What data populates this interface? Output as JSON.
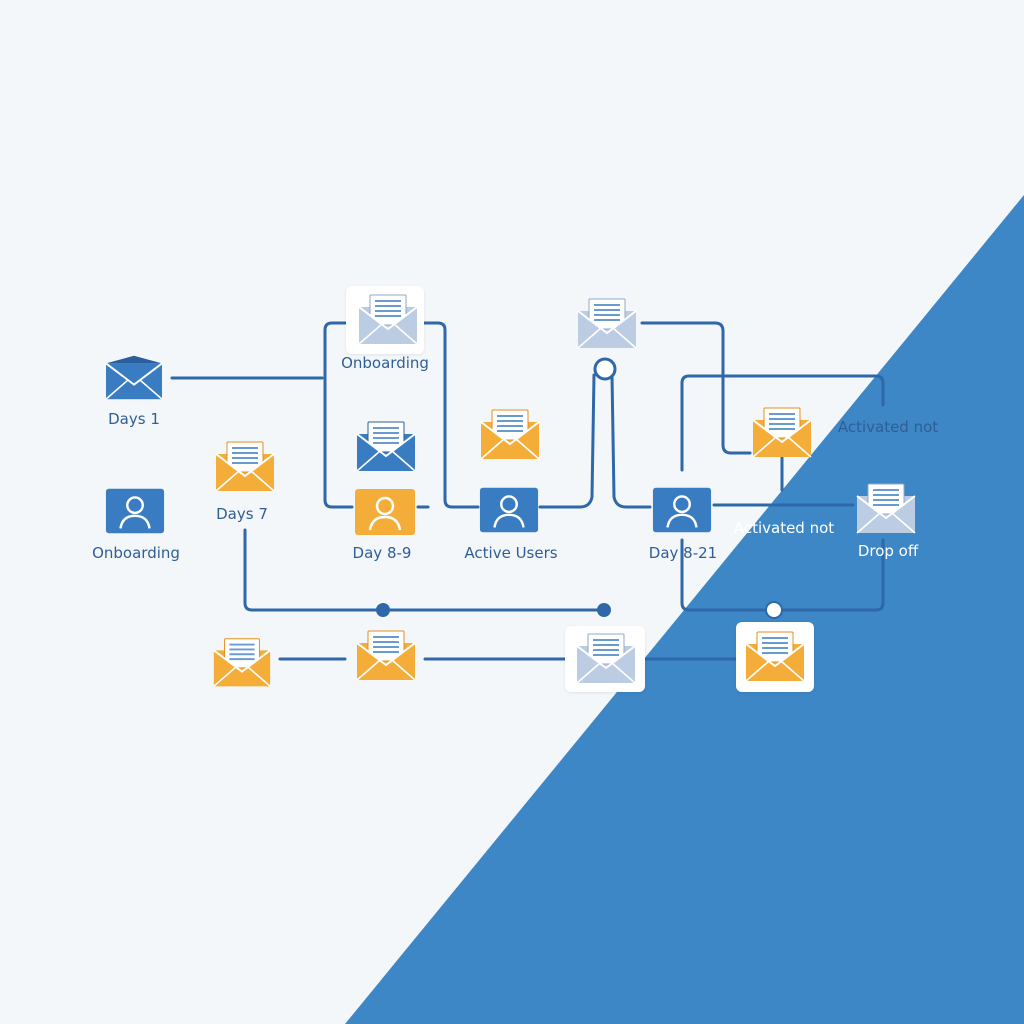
{
  "colors": {
    "background": "#f4f7fa",
    "triangle": "#3d87c6",
    "line": "#2e68a8",
    "blue": "#3a7cc2",
    "blue_dark": "#2a5e9c",
    "orange": "#f5ad3a",
    "orange_dark": "#e38f1e",
    "grey": "#bccde3",
    "grey_dark": "#8ea8c9",
    "paper": "#ffffff",
    "paper_line": "#6a9bd0",
    "label": "#2f5e96",
    "label_light": "#ffffff"
  },
  "icons": {
    "envelope": "envelope-icon",
    "envelope_letter": "envelope-letter-icon",
    "user": "user-icon",
    "junction": "junction-dot-icon"
  },
  "labels": {
    "days_1": "Days 1",
    "onboarding_left": "Onboarding",
    "days_7": "Days 7",
    "onboarding_top": "Onboarding",
    "day_8_9": "Day 8-9",
    "active_users": "Active Users",
    "day_8_21": "Day 8-21",
    "activated_not_top": "Activated not",
    "activated_not_mid": "Activated not",
    "drop_off": "Drop off"
  }
}
